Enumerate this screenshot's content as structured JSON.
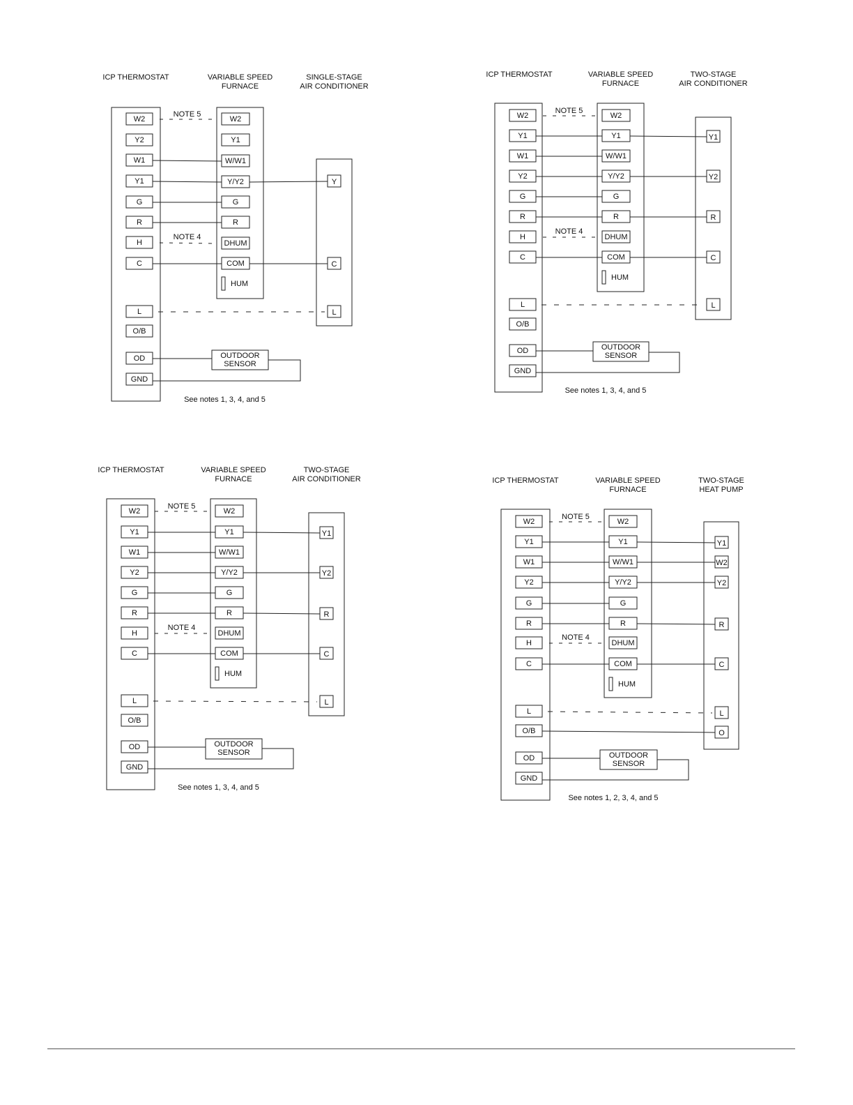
{
  "diagrams": [
    {
      "id": "d1",
      "headers": {
        "thermostat": "ICP THERMOSTAT",
        "furnace": [
          "VARIABLE SPEED",
          "FURNACE"
        ],
        "unit": [
          "SINGLE-STAGE",
          "AIR CONDITIONER"
        ]
      },
      "thermostat_terminals": [
        "W2",
        "Y2",
        "W1",
        "Y1",
        "G",
        "R",
        "H",
        "C",
        "L",
        "O/B",
        "OD",
        "GND"
      ],
      "furnace_terminals": [
        "W2",
        "Y1",
        "W/W1",
        "Y/Y2",
        "G",
        "R",
        "DHUM",
        "COM"
      ],
      "hum_label": "HUM",
      "unit_terminals": [
        "Y",
        "C",
        "L"
      ],
      "notes": [
        "NOTE 5",
        "NOTE 4"
      ],
      "sensor": [
        "OUTDOOR",
        "SENSOR"
      ],
      "see_notes": "See notes 1, 3, 4, and 5"
    },
    {
      "id": "d2",
      "headers": {
        "thermostat": "ICP THERMOSTAT",
        "furnace": [
          "VARIABLE SPEED",
          "FURNACE"
        ],
        "unit": [
          "TWO-STAGE",
          "AIR CONDITIONER"
        ]
      },
      "thermostat_terminals": [
        "W2",
        "Y1",
        "W1",
        "Y2",
        "G",
        "R",
        "H",
        "C",
        "L",
        "O/B",
        "OD",
        "GND"
      ],
      "furnace_terminals": [
        "W2",
        "Y1",
        "W/W1",
        "Y/Y2",
        "G",
        "R",
        "DHUM",
        "COM"
      ],
      "hum_label": "HUM",
      "unit_terminals": [
        "Y1",
        "Y2",
        "R",
        "C",
        "L"
      ],
      "notes": [
        "NOTE 5",
        "NOTE 4"
      ],
      "sensor": [
        "OUTDOOR",
        "SENSOR"
      ],
      "see_notes": "See notes 1, 3, 4, and 5"
    },
    {
      "id": "d3",
      "headers": {
        "thermostat": "ICP THERMOSTAT",
        "furnace": [
          "VARIABLE SPEED",
          "FURNACE"
        ],
        "unit": [
          "TWO-STAGE",
          "AIR CONDITIONER"
        ]
      },
      "thermostat_terminals": [
        "W2",
        "Y1",
        "W1",
        "Y2",
        "G",
        "R",
        "H",
        "C",
        "L",
        "O/B",
        "OD",
        "GND"
      ],
      "furnace_terminals": [
        "W2",
        "Y1",
        "W/W1",
        "Y/Y2",
        "G",
        "R",
        "DHUM",
        "COM"
      ],
      "hum_label": "HUM",
      "unit_terminals": [
        "Y1",
        "Y2",
        "R",
        "C",
        "L"
      ],
      "notes": [
        "NOTE 5",
        "NOTE 4"
      ],
      "sensor": [
        "OUTDOOR",
        "SENSOR"
      ],
      "see_notes": "See notes 1, 3, 4, and 5"
    },
    {
      "id": "d4",
      "headers": {
        "thermostat": "ICP THERMOSTAT",
        "furnace": [
          "VARIABLE SPEED",
          "FURNACE"
        ],
        "unit": [
          "TWO-STAGE",
          "HEAT PUMP"
        ]
      },
      "thermostat_terminals": [
        "W2",
        "Y1",
        "W1",
        "Y2",
        "G",
        "R",
        "H",
        "C",
        "L",
        "O/B",
        "OD",
        "GND"
      ],
      "furnace_terminals": [
        "W2",
        "Y1",
        "W/W1",
        "Y/Y2",
        "G",
        "R",
        "DHUM",
        "COM"
      ],
      "hum_label": "HUM",
      "unit_terminals": [
        "Y1",
        "W2",
        "Y2",
        "R",
        "C",
        "L",
        "O"
      ],
      "notes": [
        "NOTE 5",
        "NOTE 4"
      ],
      "sensor": [
        "OUTDOOR",
        "SENSOR"
      ],
      "see_notes": "See notes 1, 2, 3, 4, and 5"
    }
  ]
}
